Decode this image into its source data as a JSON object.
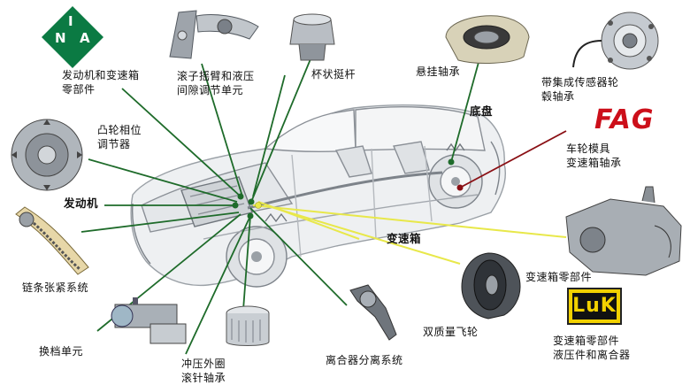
{
  "brands": {
    "ina": {
      "letters": [
        "I",
        "N",
        "A"
      ],
      "color": "#0b7a43"
    },
    "fag": {
      "text": "FAG",
      "color": "#cc0f1a"
    },
    "luk": {
      "text": "LuK",
      "color": "#f2d100"
    }
  },
  "labels": {
    "engine_transmission_parts": "发动机和变速箱\n零部件",
    "roller_rocker": "滚子摇臂和液压\n间隙调节单元",
    "cup_tappet": "杯状挺杆",
    "suspension_bearing": "悬挂轴承",
    "sensor_wheel_bearing": "带集成传感器轮\n毂轴承",
    "chassis": "底盘",
    "cam_phaser": "凸轮相位\n调节器",
    "wheel_module_bearing": "车轮模具\n变速箱轴承",
    "engine": "发动机",
    "transmission": "变速箱",
    "chain_tensioner": "链条张紧系统",
    "gearbox_parts": "变速箱零部件",
    "shift_unit": "换档单元",
    "needle_bearing": "冲压外圈\n滚针轴承",
    "clutch_release": "离合器分离系统",
    "dual_mass_flywheel": "双质量飞轮",
    "gearbox_parts_clutch": "变速箱零部件\n液压件和离合器"
  },
  "colors": {
    "leader_engine": "#1e6b2a",
    "leader_transmission": "#e8e84a",
    "leader_chassis": "#8a0f14"
  }
}
